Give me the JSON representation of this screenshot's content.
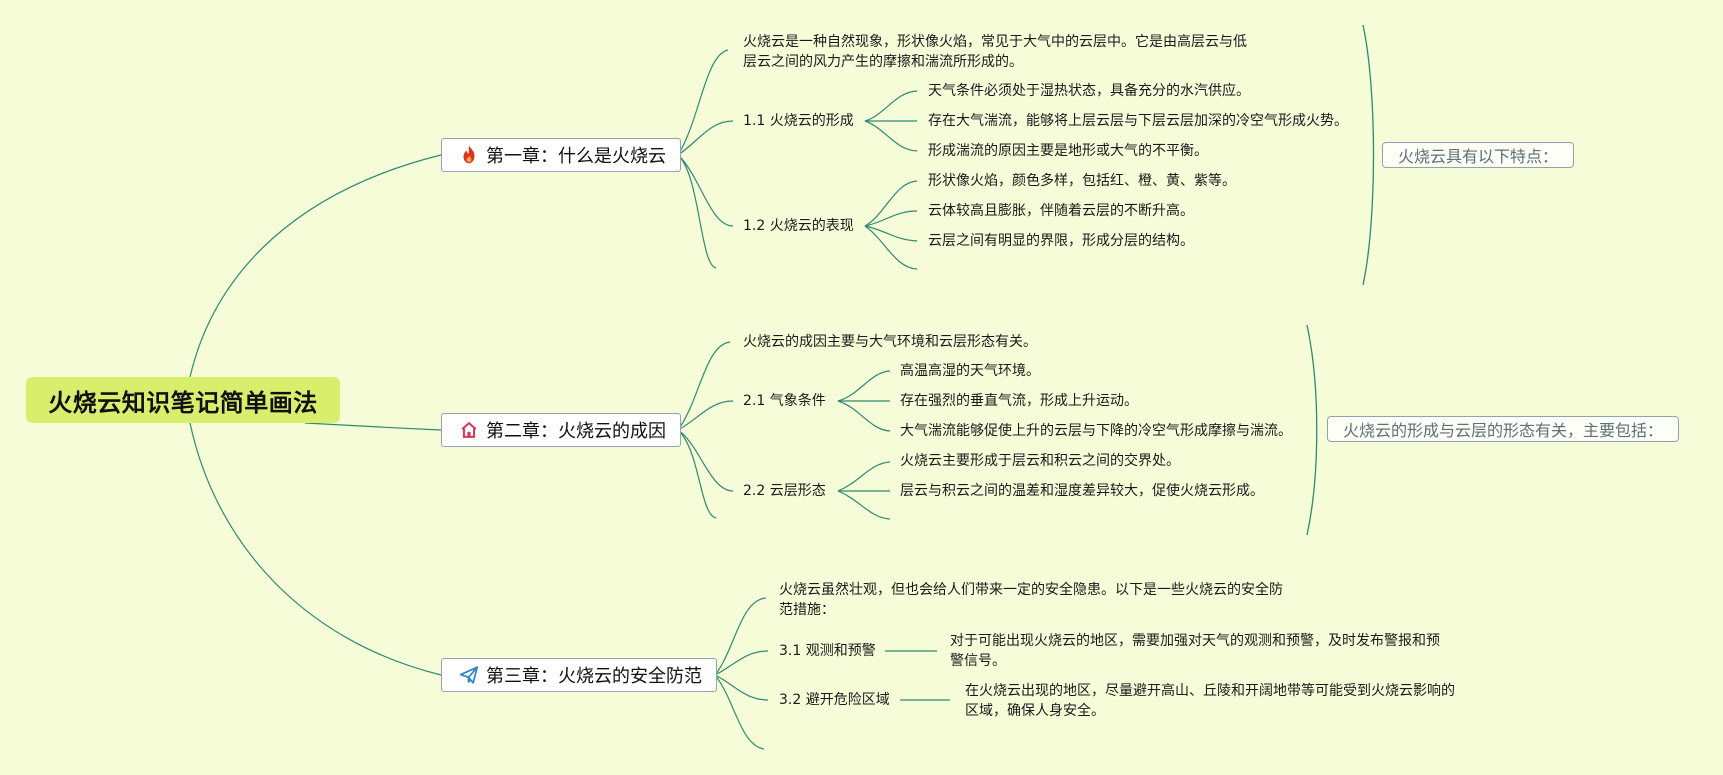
{
  "root": {
    "title": "火烧云知识笔记简单画法"
  },
  "chapters": [
    {
      "title": "第一章：什么是火烧云",
      "icon": "fire-icon",
      "icon_color": "#E2301E",
      "intro": "火烧云是一种自然现象，形状像火焰，常见于大气中的云层中。它是由高层云与低层云之间的风力产生的摩擦和湍流所形成的。",
      "sections": [
        {
          "title": "1.1 火烧云的形成",
          "items": [
            "天气条件必须处于湿热状态，具备充分的水汽供应。",
            "存在大气湍流，能够将上层云层与下层云层加深的冷空气形成火势。",
            "形成湍流的原因主要是地形或大气的不平衡。"
          ]
        },
        {
          "title": "1.2 火烧云的表现",
          "items": [
            "形状像火焰，颜色多样，包括红、橙、黄、紫等。",
            "云体较高且膨胀，伴随着云层的不断升高。",
            "云层之间有明显的界限，形成分层的结构。"
          ]
        }
      ],
      "summary": "火烧云具有以下特点："
    },
    {
      "title": "第二章：火烧云的成因",
      "icon": "home-icon",
      "icon_color": "#D9365E",
      "intro": "火烧云的成因主要与大气环境和云层形态有关。",
      "sections": [
        {
          "title": "2.1 气象条件",
          "items": [
            "高温高湿的天气环境。",
            "存在强烈的垂直气流，形成上升运动。",
            "大气湍流能够促使上升的云层与下降的冷空气形成摩擦与湍流。"
          ]
        },
        {
          "title": "2.2 云层形态",
          "items": [
            "火烧云主要形成于层云和积云之间的交界处。",
            "层云与积云之间的温差和湿度差异较大，促使火烧云形成。"
          ]
        }
      ],
      "summary": "火烧云的形成与云层的形态有关，主要包括："
    },
    {
      "title": "第三章：火烧云的安全防范",
      "icon": "paper-plane-icon",
      "icon_color": "#2E86C8",
      "intro": "火烧云虽然壮观，但也会给人们带来一定的安全隐患。以下是一些火烧云的安全防范措施：",
      "sections": [
        {
          "title": "3.1 观测和预警",
          "items": [
            "对于可能出现火烧云的地区，需要加强对天气的观测和预警，及时发布警报和预警信号。"
          ]
        },
        {
          "title": "3.2 避开危险区域",
          "items": [
            "在火烧云出现的地区，尽量避开高山、丘陵和开阔地带等可能受到火烧云影响的区域，确保人身安全。"
          ]
        }
      ]
    }
  ]
}
